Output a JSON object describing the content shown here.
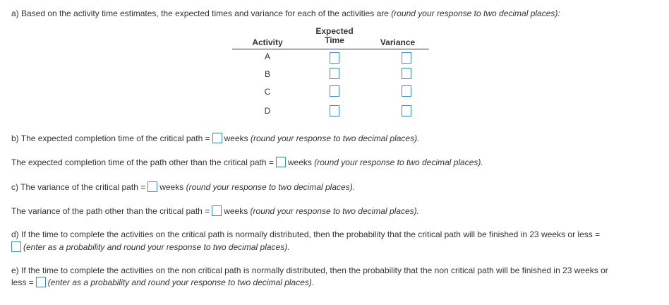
{
  "part_a": {
    "text": "a) Based on the activity time estimates, the expected times and variance for each of the activities are ",
    "note": "(round your response to two decimal places):"
  },
  "table": {
    "headers": {
      "activity": "Activity",
      "expected_line1": "Expected",
      "expected_line2": "Time",
      "variance": "Variance"
    },
    "rows": [
      {
        "activity": "A",
        "expected_time": "",
        "variance": ""
      },
      {
        "activity": "B",
        "expected_time": "",
        "variance": ""
      },
      {
        "activity": "C",
        "expected_time": "",
        "variance": ""
      },
      {
        "activity": "D",
        "expected_time": "",
        "variance": ""
      }
    ]
  },
  "part_b": {
    "prefix": "b) The expected completion time of the critical path =",
    "unit": "weeks",
    "note": "(round your response to two decimal places).",
    "answer": ""
  },
  "part_b2": {
    "prefix": "The expected completion time of the path other than the critical path =",
    "unit": "weeks",
    "note": "(round your response to two decimal places).",
    "answer": ""
  },
  "part_c": {
    "prefix": "c) The variance of the critical path =",
    "unit": "weeks",
    "note": "(round your response to two decimal places).",
    "answer": ""
  },
  "part_c2": {
    "prefix": "The variance of the path other than the critical path =",
    "unit": "weeks",
    "note": "(round your response to two decimal places).",
    "answer": ""
  },
  "part_d": {
    "line1": "d) If the time to complete the activities on the critical path is normally distributed, then the probability that the critical path will be finished in 23 weeks or less =",
    "note": "(enter as a probability and round your response to two decimal places).",
    "answer": ""
  },
  "part_e": {
    "line1": "e) If the time to complete the activities on the non critical path is normally distributed, then the probability that the non critical path will be finished in 23 weeks or",
    "prefix": "less =",
    "note": "(enter as a probability and round your response to two decimal places).",
    "answer": ""
  },
  "colors": {
    "text": "#333333",
    "input_border": "#3a8bd0"
  }
}
